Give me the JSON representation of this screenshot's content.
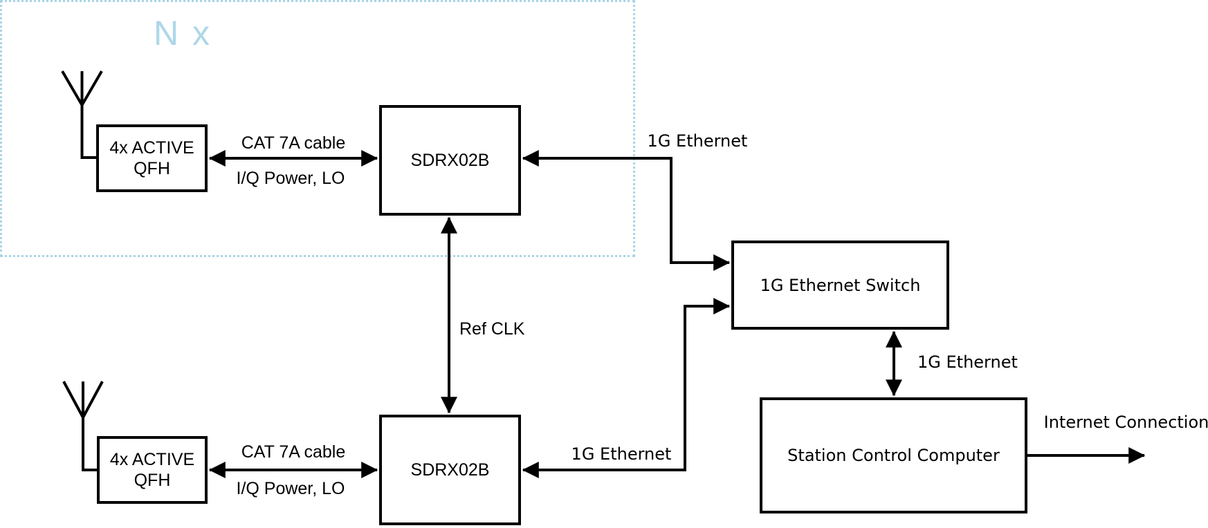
{
  "diagram": {
    "replication": {
      "label": "N x"
    },
    "colors": {
      "accent_blue_text": "#aed7e8",
      "dashed_region_border": "#a9d4e6",
      "line": "#000000",
      "box_fill": "#ffffff",
      "background": "#ffffff"
    },
    "nodes": {
      "qfh_top": {
        "line1": "4x ACTIVE",
        "line2": "QFH"
      },
      "sdrx_top": {
        "label": "SDRX02B"
      },
      "qfh_bottom": {
        "line1": "4x ACTIVE",
        "line2": "QFH"
      },
      "sdrx_bottom": {
        "label": "SDRX02B"
      },
      "ethernet_switch": {
        "label": "1G Ethernet Switch"
      },
      "station_computer": {
        "label": "Station Control Computer"
      }
    },
    "edges": {
      "cat7a_top": {
        "above": "CAT 7A cable",
        "below": "I/Q Power, LO"
      },
      "cat7a_bottom": {
        "above": "CAT 7A cable",
        "below": "I/Q Power, LO"
      },
      "eth_top": {
        "label": "1G Ethernet"
      },
      "eth_bottom": {
        "label": "1G Ethernet"
      },
      "ref_clk": {
        "label": "Ref CLK"
      },
      "eth_switch_to_computer": {
        "label": "1G Ethernet"
      },
      "internet": {
        "label": "Internet Connection"
      }
    }
  }
}
